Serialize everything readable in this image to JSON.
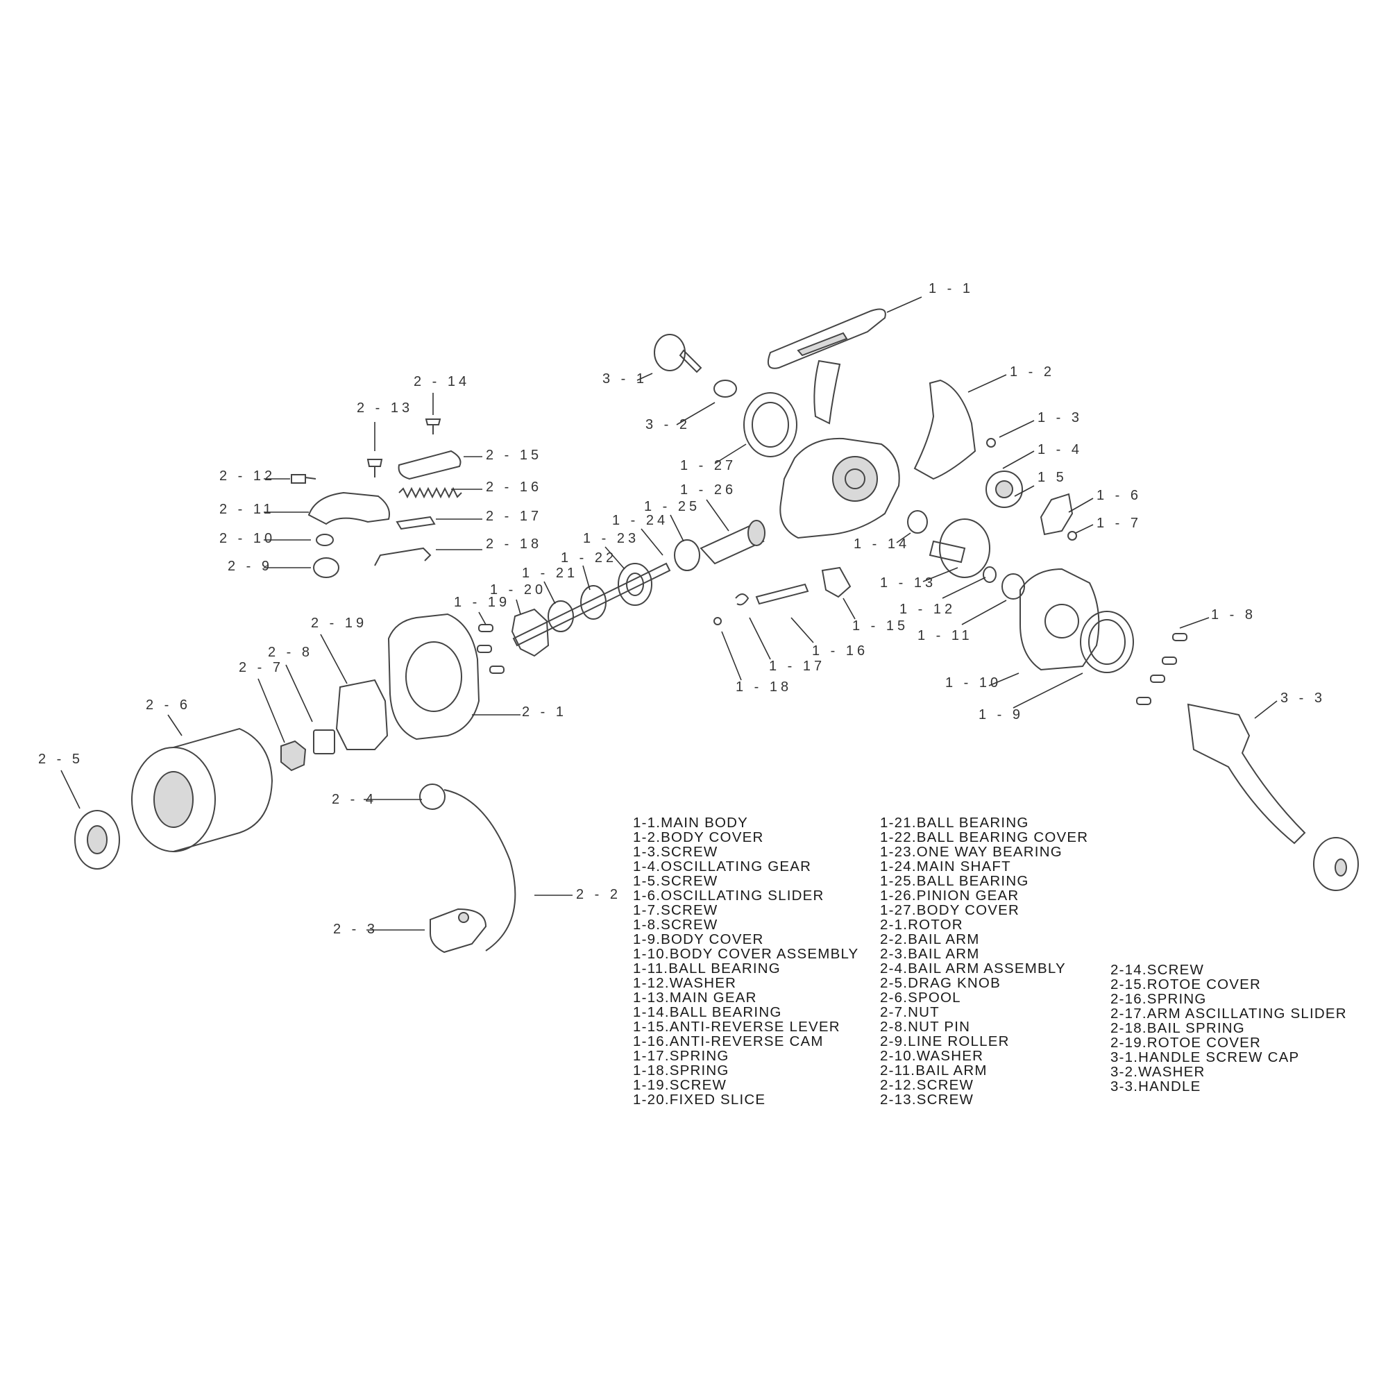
{
  "callouts": [
    {
      "id": "1-1",
      "text": "1 - 1"
    },
    {
      "id": "1-2",
      "text": "1 - 2"
    },
    {
      "id": "1-3",
      "text": "1 - 3"
    },
    {
      "id": "1-4",
      "text": "1 - 4"
    },
    {
      "id": "1-5",
      "text": "1  5"
    },
    {
      "id": "1-6",
      "text": "1 - 6"
    },
    {
      "id": "1-7",
      "text": "1 - 7"
    },
    {
      "id": "1-8",
      "text": "1 - 8"
    },
    {
      "id": "1-9",
      "text": "1 - 9"
    },
    {
      "id": "1-10",
      "text": "1 - 10"
    },
    {
      "id": "1-11",
      "text": "1 - 11"
    },
    {
      "id": "1-12",
      "text": "1 - 12"
    },
    {
      "id": "1-13",
      "text": "1 - 13"
    },
    {
      "id": "1-14",
      "text": "1 - 14"
    },
    {
      "id": "1-15",
      "text": "1 - 15"
    },
    {
      "id": "1-16",
      "text": "1 - 16"
    },
    {
      "id": "1-17",
      "text": "1 - 17"
    },
    {
      "id": "1-18",
      "text": "1 - 18"
    },
    {
      "id": "1-19",
      "text": "1 - 19"
    },
    {
      "id": "1-20",
      "text": "1 - 20"
    },
    {
      "id": "1-21",
      "text": "1 - 21"
    },
    {
      "id": "1-22",
      "text": "1 - 22"
    },
    {
      "id": "1-23",
      "text": "1 - 23"
    },
    {
      "id": "1-24",
      "text": "1 - 24"
    },
    {
      "id": "1-25",
      "text": "1 - 25"
    },
    {
      "id": "1-26",
      "text": "1 - 26"
    },
    {
      "id": "1-27",
      "text": "1 - 27"
    },
    {
      "id": "2-1",
      "text": "2 - 1"
    },
    {
      "id": "2-2",
      "text": "2 - 2"
    },
    {
      "id": "2-3",
      "text": "2 - 3"
    },
    {
      "id": "2-4",
      "text": "2 - 4"
    },
    {
      "id": "2-5",
      "text": "2 - 5"
    },
    {
      "id": "2-6",
      "text": "2 - 6"
    },
    {
      "id": "2-7",
      "text": "2 - 7"
    },
    {
      "id": "2-8",
      "text": "2 - 8"
    },
    {
      "id": "2-9",
      "text": "2 - 9"
    },
    {
      "id": "2-10",
      "text": "2 - 10"
    },
    {
      "id": "2-11",
      "text": "2 - 11"
    },
    {
      "id": "2-12",
      "text": "2 - 12"
    },
    {
      "id": "2-13",
      "text": "2 - 13"
    },
    {
      "id": "2-14",
      "text": "2 - 14"
    },
    {
      "id": "2-15",
      "text": "2 - 15"
    },
    {
      "id": "2-16",
      "text": "2 - 16"
    },
    {
      "id": "2-17",
      "text": "2 - 17"
    },
    {
      "id": "2-18",
      "text": "2 - 18"
    },
    {
      "id": "2-19",
      "text": "2 - 19"
    },
    {
      "id": "3-1",
      "text": "3 - 1"
    },
    {
      "id": "3-2",
      "text": "3 - 2"
    },
    {
      "id": "3-3",
      "text": "3 - 3"
    }
  ],
  "legend": {
    "column1": [
      "1-1.MAIN BODY",
      "1-2.BODY COVER",
      "1-3.SCREW",
      "1-4.OSCILLATING GEAR",
      "1-5.SCREW",
      "1-6.OSCILLATING SLIDER",
      "1-7.SCREW",
      "1-8.SCREW",
      "1-9.BODY COVER",
      "1-10.BODY COVER ASSEMBLY",
      "1-11.BALL BEARING",
      "1-12.WASHER",
      "1-13.MAIN GEAR",
      "1-14.BALL BEARING",
      "1-15.ANTI-REVERSE LEVER",
      "1-16.ANTI-REVERSE CAM",
      "1-17.SPRING",
      "1-18.SPRING",
      "1-19.SCREW",
      "1-20.FIXED SLICE"
    ],
    "column2": [
      "1-21.BALL BEARING",
      "1-22.BALL BEARING COVER",
      "1-23.ONE WAY BEARING",
      "1-24.MAIN SHAFT",
      "1-25.BALL BEARING",
      "1-26.PINION GEAR",
      "1-27.BODY COVER",
      "2-1.ROTOR",
      "2-2.BAIL ARM",
      "2-3.BAIL ARM",
      "2-4.BAIL ARM ASSEMBLY",
      "2-5.DRAG KNOB",
      "2-6.SPOOL",
      "2-7.NUT",
      "2-8.NUT PIN",
      "2-9.LINE ROLLER",
      "2-10.WASHER",
      "2-11.BAIL ARM",
      "2-12.SCREW",
      "2-13.SCREW"
    ],
    "column3": [
      "2-14.SCREW",
      "2-15.ROTOE COVER",
      "2-16.SPRING",
      "2-17.ARM ASCILLATING SLIDER",
      "2-18.BAIL SPRING",
      "2-19.ROTOE COVER",
      "3-1.HANDLE SCREW CAP",
      "3-2.WASHER",
      "3-3.HANDLE"
    ]
  }
}
